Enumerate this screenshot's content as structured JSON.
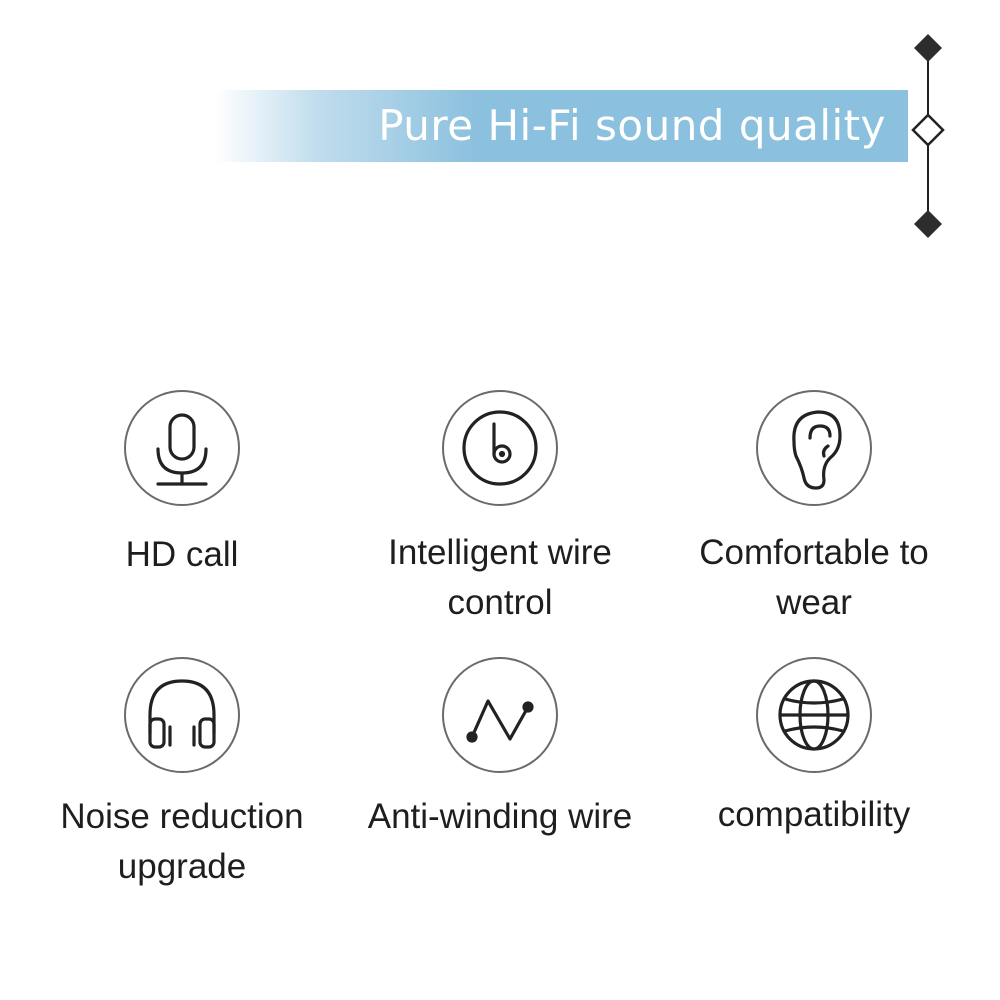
{
  "banner": {
    "title": "Pure Hi-Fi sound quality"
  },
  "features": [
    {
      "label_line1": "HD call",
      "label_line2": "",
      "icon": "microphone-icon"
    },
    {
      "label_line1": "Intelligent wire",
      "label_line2": "control",
      "icon": "wire-control-icon"
    },
    {
      "label_line1": "Comfortable to",
      "label_line2": "wear",
      "icon": "ear-icon"
    },
    {
      "label_line1": "Noise reduction",
      "label_line2": "upgrade",
      "icon": "headphones-icon"
    },
    {
      "label_line1": "Anti-winding wire",
      "label_line2": "",
      "icon": "zigzag-wire-icon"
    },
    {
      "label_line1": "compatibility",
      "label_line2": "",
      "icon": "globe-icon"
    }
  ],
  "colors": {
    "banner": "#8bc0de",
    "icon_stroke": "#222222",
    "circle_border": "#6a6a6a"
  }
}
